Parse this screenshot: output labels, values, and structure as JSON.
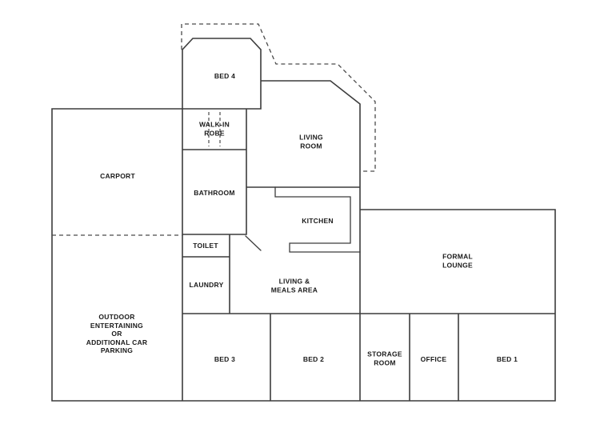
{
  "colors": {
    "wall": "#3c3c3c",
    "dashed": "#4a4a4a",
    "text": "#1a1a1a",
    "background": "#ffffff"
  },
  "rooms": {
    "bed_4": {
      "label": "BED 4"
    },
    "walk_in_robe": {
      "label": "WALK-IN\nROBE"
    },
    "living_room": {
      "label": "LIVING\nROOM"
    },
    "carport": {
      "label": "CARPORT"
    },
    "bathroom": {
      "label": "BATHROOM"
    },
    "kitchen": {
      "label": "KITCHEN"
    },
    "toilet": {
      "label": "TOILET"
    },
    "formal_lounge": {
      "label": "FORMAL\nLOUNGE"
    },
    "laundry": {
      "label": "LAUNDRY"
    },
    "living_meals_area": {
      "label": "LIVING &\nMEALS AREA"
    },
    "outdoor_area": {
      "label": "OUTDOOR\nENTERTAINING\nOR\nADDITIONAL CAR\nPARKING"
    },
    "bed_3": {
      "label": "BED 3"
    },
    "bed_2": {
      "label": "BED 2"
    },
    "storage_room": {
      "label": "STORAGE\nROOM"
    },
    "office": {
      "label": "OFFICE"
    },
    "bed_1": {
      "label": "BED 1"
    }
  }
}
